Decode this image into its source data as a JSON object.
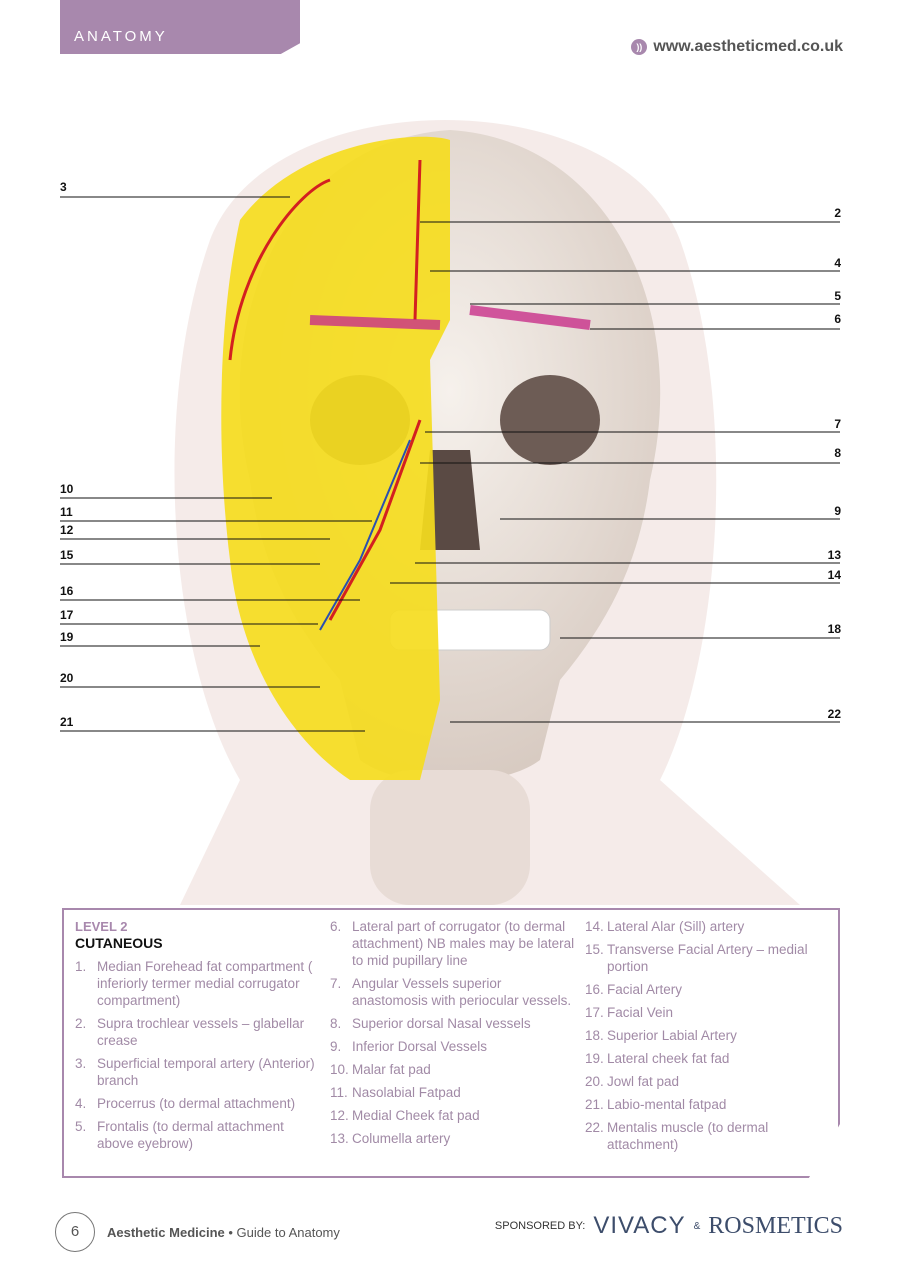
{
  "header": {
    "section": "ANATOMY",
    "website": "www.aestheticmed.co.uk",
    "icon": "rss-icon"
  },
  "labels_left": [
    "3",
    "10",
    "11",
    "12",
    "15",
    "16",
    "17",
    "19",
    "20",
    "21"
  ],
  "labels_right": [
    "2",
    "4",
    "5",
    "6",
    "7",
    "8",
    "9",
    "13",
    "14",
    "18",
    "22"
  ],
  "legend": {
    "level": "LEVEL 2",
    "title": "CUTANEOUS",
    "items": [
      {
        "n": "1.",
        "t": "Median Forehead fat compartment ( inferiorly termer medial corrugator compartment)"
      },
      {
        "n": "2.",
        "t": "Supra trochlear vessels – glabellar crease"
      },
      {
        "n": "3.",
        "t": "Superficial temporal artery (Anterior) branch"
      },
      {
        "n": "4.",
        "t": "Procerrus (to dermal attachment)"
      },
      {
        "n": "5.",
        "t": "Frontalis (to dermal attachment above eyebrow)"
      },
      {
        "n": "6.",
        "t": "Lateral part of corrugator  (to dermal attachment)  NB males may be lateral to mid pupillary line"
      },
      {
        "n": "7.",
        "t": "Angular Vessels  superior anastomosis with periocular vessels."
      },
      {
        "n": "8.",
        "t": "Superior dorsal Nasal vessels"
      },
      {
        "n": "9.",
        "t": "Inferior Dorsal Vessels"
      },
      {
        "n": "10.",
        "t": "Malar fat pad"
      },
      {
        "n": "11.",
        "t": "Nasolabial Fatpad"
      },
      {
        "n": "12.",
        "t": "Medial Cheek fat pad"
      },
      {
        "n": "13.",
        "t": "Columella artery"
      },
      {
        "n": "14.",
        "t": "Lateral Alar (Sill) artery"
      },
      {
        "n": "15.",
        "t": "Transverse Facial Artery – medial portion"
      },
      {
        "n": "16.",
        "t": "Facial Artery"
      },
      {
        "n": "17.",
        "t": "Facial Vein"
      },
      {
        "n": "18.",
        "t": "Superior Labial Artery"
      },
      {
        "n": "19.",
        "t": "Lateral cheek fat fad"
      },
      {
        "n": "20.",
        "t": "Jowl fat pad"
      },
      {
        "n": "21.",
        "t": "Labio-mental fatpad"
      },
      {
        "n": "22.",
        "t": "Mentalis muscle (to dermal attachment)"
      }
    ]
  },
  "footer": {
    "page": "6",
    "publication": "Aesthetic Medicine",
    "separator": " • ",
    "subtitle": "Guide to Anatomy",
    "sponsored": "SPONSORED BY:",
    "sponsor1": "VIVACY",
    "amp": "&",
    "sponsor2": "ROSMETICS"
  },
  "colors": {
    "accent": "#a888ad",
    "fat": "#f5dc1e",
    "artery": "#d32020",
    "vein": "#2a4fb0",
    "muscle": "#c8308a"
  }
}
